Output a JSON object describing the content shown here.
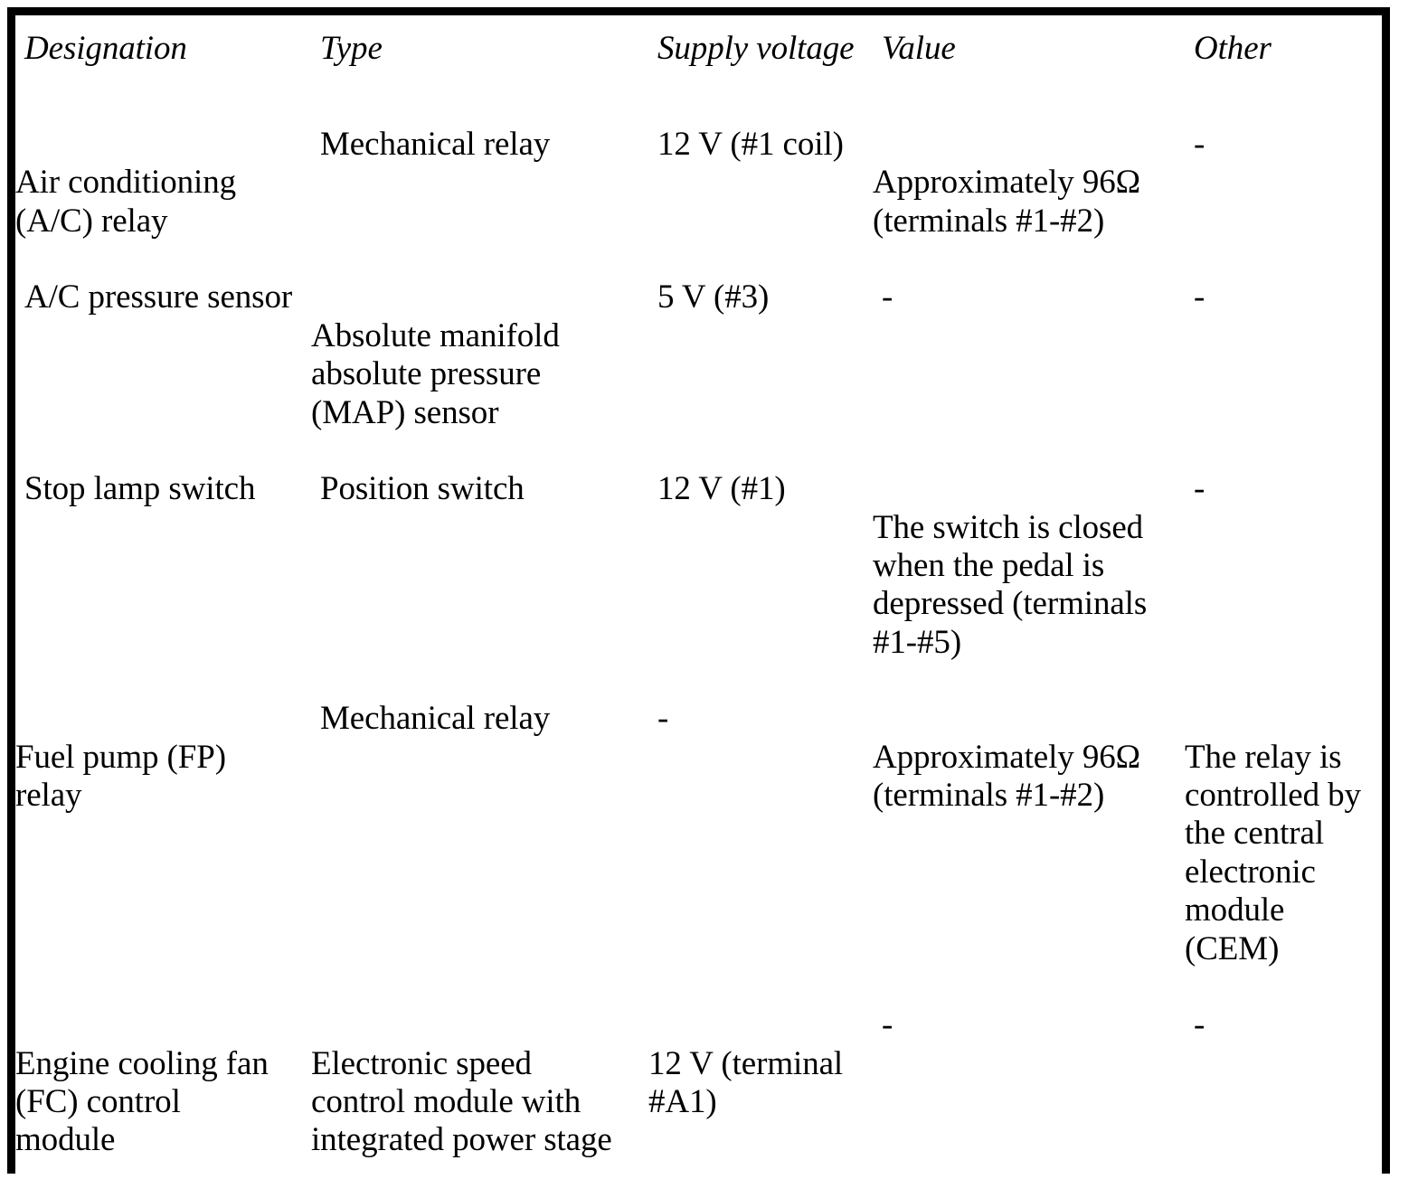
{
  "table": {
    "columns": [
      {
        "key": "designation",
        "label": "Designation"
      },
      {
        "key": "type",
        "label": "Type"
      },
      {
        "key": "supply",
        "label": "Supply voltage"
      },
      {
        "key": "value",
        "label": "Value"
      },
      {
        "key": "other",
        "label": "Other"
      }
    ],
    "rows": [
      {
        "designation": "Air conditioning\n(A/C) relay",
        "type": "Mechanical relay",
        "supply": "12 V (#1 coil)",
        "value": "Approximately 96Ω\n(terminals #1-#2)",
        "other": "-"
      },
      {
        "designation": "A/C pressure sensor",
        "type": "Absolute manifold\nabsolute pressure\n(MAP) sensor",
        "supply": "5 V (#3)",
        "value": "-",
        "other": "-"
      },
      {
        "designation": "Stop lamp switch",
        "type": "Position switch",
        "supply": "12 V (#1)",
        "value": "The switch is closed\nwhen the pedal is\ndepressed (terminals\n#1-#5)",
        "other": "-"
      },
      {
        "designation": "Fuel pump (FP)\nrelay",
        "type": "Mechanical relay",
        "supply": "-",
        "value": "Approximately 96Ω\n(terminals #1-#2)",
        "other": "The relay is\ncontrolled by\nthe central\nelectronic\nmodule\n(CEM)"
      },
      {
        "designation": "Engine cooling fan\n(FC) control\nmodule",
        "type": "Electronic speed\ncontrol module with\nintegrated power stage",
        "supply": "12 V (terminal\n#A1)",
        "value": "-",
        "other": "-"
      }
    ]
  },
  "style": {
    "border_color": "#000000",
    "text_color": "#000000",
    "background": "#ffffff"
  }
}
